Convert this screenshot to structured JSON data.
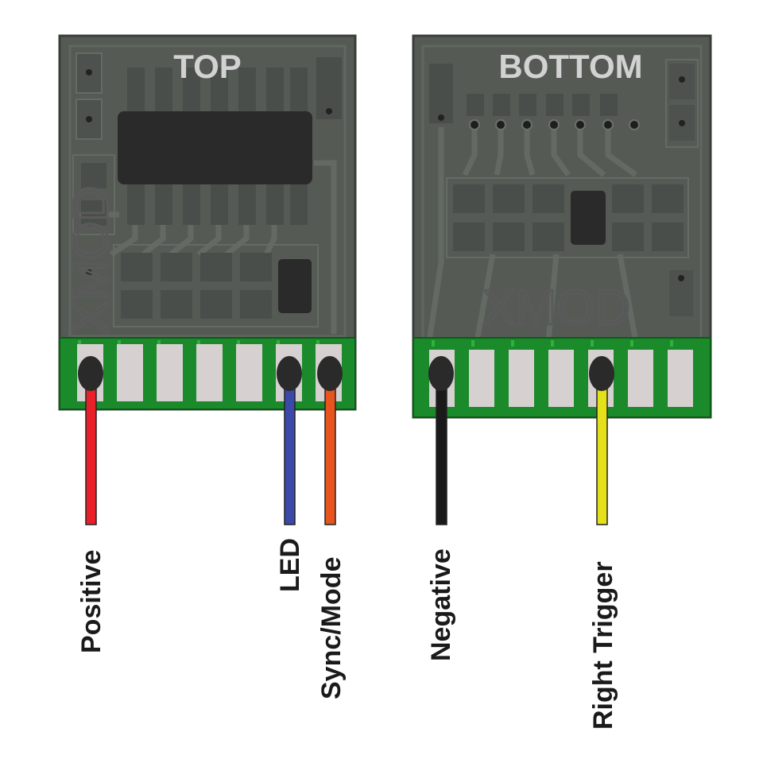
{
  "boards": {
    "top": {
      "title": "TOP",
      "watermark": "XMOD",
      "board_color": "#555a55",
      "edge_color": "#1a8a2a"
    },
    "bottom": {
      "title": "BOTTOM",
      "watermark": "XMOD",
      "board_color": "#555a55",
      "edge_color": "#1a8a2a"
    }
  },
  "wires": {
    "positive": {
      "label": "Positive",
      "color": "#e8202a"
    },
    "led": {
      "label": "LED",
      "color": "#3b4aa8"
    },
    "sync_mode": {
      "label": "Sync/Mode",
      "color": "#e8541e"
    },
    "negative": {
      "label": "Negative",
      "color": "#1a1a1a"
    },
    "right_trigger": {
      "label": "Right Trigger",
      "color": "#e4e11a"
    }
  }
}
